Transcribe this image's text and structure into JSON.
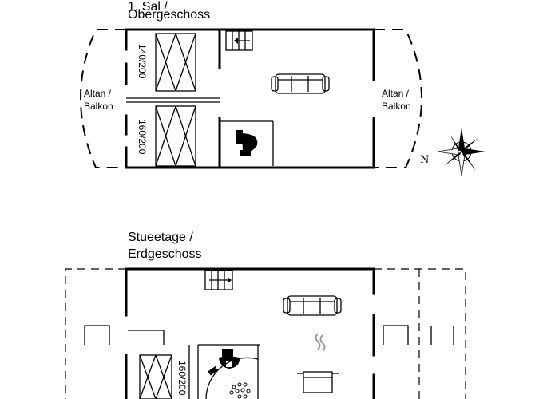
{
  "upper_floor": {
    "title_line1": "1. Sal /",
    "title_line2": "Obergeschoss",
    "bed_1": "140/200",
    "bed_2": "160/200",
    "balcony_left_line1": "Altan /",
    "balcony_left_line2": "Balkon",
    "balcony_right_line1": "Altan /",
    "balcony_right_line2": "Balkon"
  },
  "ground_floor": {
    "title_line1": "Stueetage /",
    "title_line2": "Erdgeschoss",
    "bed_1": "160/200"
  },
  "compass": {
    "north_label": "N"
  },
  "icons": [
    "stairs-icon",
    "sofa-icon",
    "toilet-icon",
    "compass-rose-icon",
    "cooking-pot-icon",
    "shower-icon",
    "bed-icon"
  ]
}
